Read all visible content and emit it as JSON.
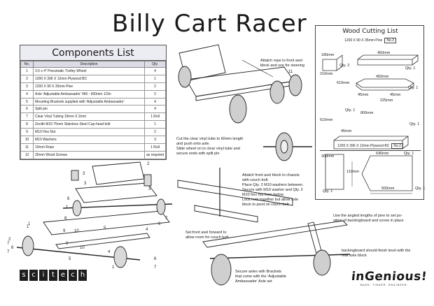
{
  "title": "Billy Cart Racer",
  "components": {
    "heading": "Components List",
    "columns": [
      "No.",
      "Description",
      "Qty."
    ],
    "rows": [
      {
        "no": "1",
        "desc": "3.5 x 4\" Pneumatic Trolley Wheel",
        "qty": "4"
      },
      {
        "no": "2",
        "desc": "1200 X 396 X 12mm Plywood BC",
        "qty": "1"
      },
      {
        "no": "3",
        "desc": "1200 X 90 X 35mm Pine",
        "qty": "2"
      },
      {
        "no": "4",
        "desc": "Axle 'Adjustable Ambassador' 450 - 600mm 1/2in",
        "qty": "2"
      },
      {
        "no": "5",
        "desc": "Mounting Brackets supplied with 'Adjustable Ambassador'",
        "qty": "4"
      },
      {
        "no": "6",
        "desc": "Split pin",
        "qty": "4"
      },
      {
        "no": "7",
        "desc": "Clear Vinyl Tubing 19mm X 2mm",
        "qty": "1 Roll"
      },
      {
        "no": "8",
        "desc": "Zenith M10 75mm Stainless Steel Cup-head bolt",
        "qty": "1"
      },
      {
        "no": "9",
        "desc": "M10 Hex Nut",
        "qty": "2"
      },
      {
        "no": "10",
        "desc": "M10 Washers",
        "qty": "3"
      },
      {
        "no": "11",
        "desc": "10mm Rope",
        "qty": "1 Roll"
      },
      {
        "no": "12",
        "desc": "25mm Wood Screws",
        "qty": "as required"
      }
    ]
  },
  "wood": {
    "heading": "Wood Cutting List",
    "pine_label": "1200 X 90 X 35mm Pine",
    "pine_no": "No.3",
    "ply_label": "1200 X 396 X 12mm Plywood BC",
    "ply_no": "No.2",
    "labels": {
      "a1": "180mm",
      "a2": "210mm",
      "a3": "Qty. 2",
      "b1": "450mm",
      "b2": "Qty. 1",
      "c1": "450mm",
      "c2": "610mm",
      "c3": "Qty. 1",
      "c4": "45mm",
      "c5": "45mm",
      "c6": "225mm",
      "d1": "Qty. 1",
      "d2": "800mm",
      "d3": "610mm",
      "d4": "Qty. 1",
      "d5": "45mm",
      "e1": "300mm",
      "e2": "Qty. 1",
      "e3": "640mm",
      "e4": "Qty. 1",
      "e5": "110mm",
      "e6": "500mm",
      "e7": "Qty. 1"
    }
  },
  "callouts": {
    "rope": "Attatch rope to front axel\nblock and use for steering",
    "rope_num": "11",
    "vinyl": "Cut the clear vinyl tube to 60mm length\nand push onto axle.\nSlide wheel on to clear vinyl tube and\nsecure ends with split pin",
    "front_axel": "Attatch front axel block to chassis\nwith couch bolt.\nPlace Qty. 2 M10 washers between.\nSecure with M10 washer and Qty. 2\nM10 hex nut from below.\nLock nuts together but allow axle\nblock to pivot on couch bolt",
    "set_axel": "Set front axel forward to\nallow room for couch bolt",
    "angled": "Use the angled lengths of pine to set po-\nsition of backingboard and screw in place",
    "backing": "backingboard should finish level with the\nrear axle block",
    "secure": "Secure axles with Brackets\nthat come with the 'Adjustable\nAmbassador' Axle set"
  },
  "part_numbers": [
    "3",
    "2",
    "3",
    "6",
    "1",
    "8",
    "10",
    "9",
    "5",
    "4",
    "6",
    "7",
    "1",
    "9",
    "10",
    "7",
    "5",
    "4",
    "1",
    "6",
    "7",
    "2",
    "6",
    "1",
    "3",
    "7"
  ],
  "brand_left": [
    "s",
    "c",
    "i",
    "t",
    "e",
    "c",
    "h"
  ],
  "brand_right": "inGenious!",
  "brand_right_tag": "MAKE. TINKER. ENGINEER."
}
